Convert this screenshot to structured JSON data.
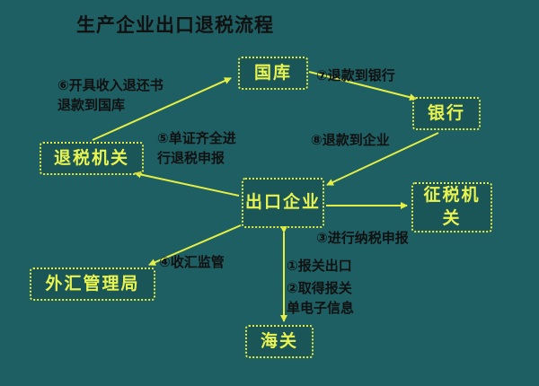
{
  "title": "生产企业出口退税流程",
  "colors": {
    "background": "#1e5f63",
    "node_border": "#e4ef45",
    "node_text": "#e9f44f",
    "arrow": "#e4ef45",
    "label_text": "#111111"
  },
  "nodes": {
    "treasury": {
      "label": "国库"
    },
    "bank": {
      "label": "银行"
    },
    "refund_authority": {
      "label": "退税机关"
    },
    "export_enterprise": {
      "label": "出口企业"
    },
    "tax_authority": {
      "label": "征税机关"
    },
    "forex_admin": {
      "label": "外汇管理局"
    },
    "customs": {
      "label": "海关"
    }
  },
  "edge_labels": {
    "step1": "①报关出口",
    "step2": "②取得报关\n单电子信息",
    "step3": "③进行纳税申报",
    "step4": "④收汇监管",
    "step5": "⑤单证齐全进\n行退税申报",
    "step6": "⑥开具收入退还书\n退款到国库",
    "step7": "⑦退款到银行",
    "step8": "⑧退款到企业"
  }
}
